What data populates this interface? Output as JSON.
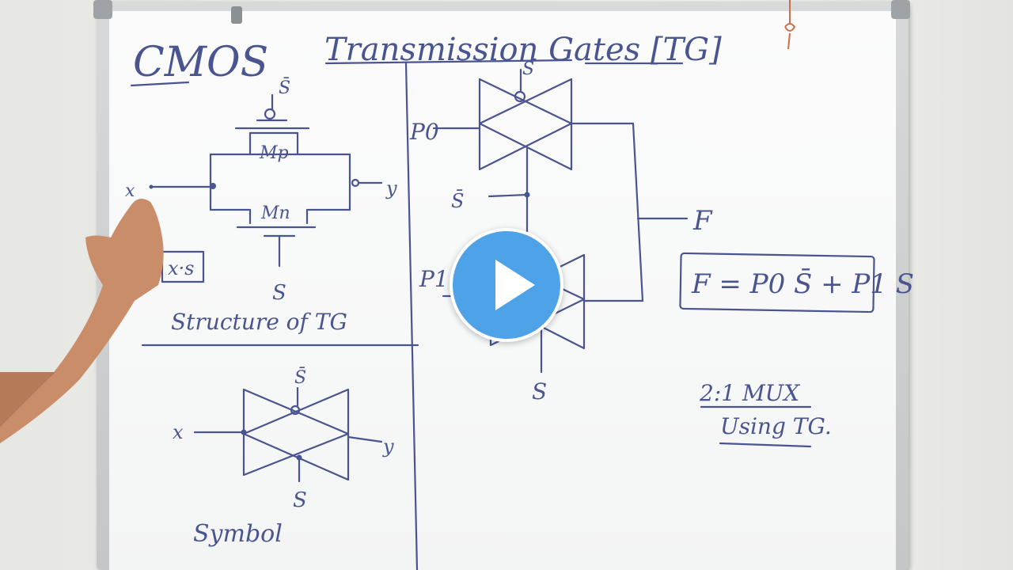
{
  "board": {
    "title_left": "CMOS",
    "title_right": "Transmission Gates [TG]",
    "structure": {
      "sbar": "S̄",
      "mp": "Mp",
      "mn": "Mn",
      "x": "x",
      "y": "y",
      "s": "S",
      "partial_label": "x·s",
      "caption": "Structure of TG"
    },
    "symbol": {
      "sbar": "S̄",
      "x": "x",
      "y": "y",
      "s": "S",
      "caption": "Symbol"
    },
    "mux": {
      "s_top": "S",
      "p0": "P0",
      "sbar": "S̄",
      "p1": "P1",
      "f": "F",
      "s_bottom": "S",
      "equation": "F = P0 S̄ + P1 S",
      "caption_line1": "2:1 MUX",
      "caption_line2": "Using TG."
    }
  },
  "player": {
    "icon": "play-icon",
    "color": "#4ea3e8"
  },
  "colors": {
    "ink": "#4a5590",
    "board": "#f7f8f8",
    "frame": "#c8cacc"
  }
}
